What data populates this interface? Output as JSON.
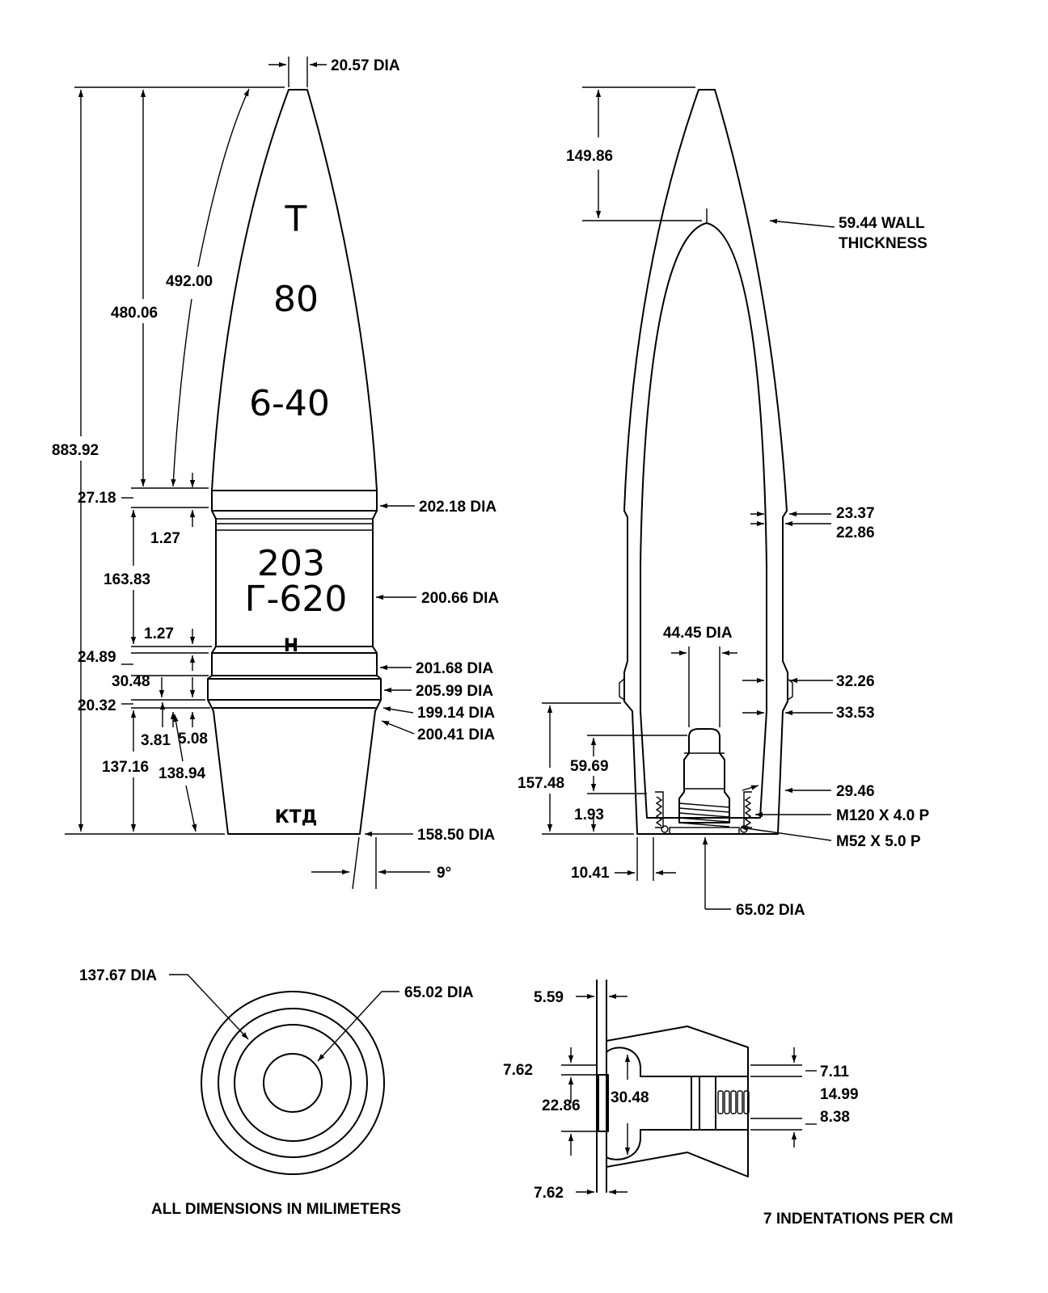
{
  "note_units": "ALL DIMENSIONS IN MILIMETERS",
  "note_indentations": "7 INDENTATIONS PER CM",
  "side_view": {
    "markings": [
      "T",
      "80",
      "6-40",
      "203",
      "Г-620",
      "Н",
      "КТД"
    ],
    "dims": {
      "nose_dia": "20.57 DIA",
      "overall_length": "883.92",
      "ogive_length_a": "480.06",
      "ogive_length_b": "492.00",
      "d_27_18": "27.18",
      "d_1_27_a": "1.27",
      "d_163_83": "163.83",
      "d_1_27_b": "1.27",
      "d_24_89": "24.89",
      "d_30_48": "30.48",
      "d_20_32": "20.32",
      "d_3_81": "3.81",
      "d_5_08": "5.08",
      "d_137_16": "137.16",
      "d_138_94": "138.94",
      "dia_202_18": "202.18 DIA",
      "dia_200_66": "200.66 DIA",
      "dia_201_68": "201.68 DIA",
      "dia_205_99": "205.99 DIA",
      "dia_199_14": "199.14 DIA",
      "dia_200_41": "200.41 DIA",
      "dia_158_50": "158.50 DIA",
      "angle": "9°"
    }
  },
  "section_view": {
    "dims": {
      "d_149_86": "149.86",
      "wall_a": "59.44 WALL",
      "wall_b": "THICKNESS",
      "d_23_37": "23.37",
      "d_22_86": "22.86",
      "dia_44_45": "44.45 DIA",
      "d_32_26": "32.26",
      "d_33_53": "33.53",
      "d_157_48": "157.48",
      "d_59_69": "59.69",
      "d_29_46": "29.46",
      "d_1_93": "1.93",
      "thread_a": "M120 X 4.0 P",
      "thread_b": "M52 X 5.0 P",
      "d_10_41": "10.41",
      "dia_65_02": "65.02 DIA"
    }
  },
  "base_view": {
    "dims": {
      "dia_137_67": "137.67 DIA",
      "dia_65_02": "65.02 DIA"
    }
  },
  "band_detail": {
    "dims": {
      "d_5_59": "5.59",
      "d_7_62_a": "7.62",
      "d_22_86": "22.86",
      "d_30_48": "30.48",
      "d_7_62_b": "7.62",
      "d_7_11": "7.11",
      "d_14_99": "14.99",
      "d_8_38": "8.38"
    }
  }
}
